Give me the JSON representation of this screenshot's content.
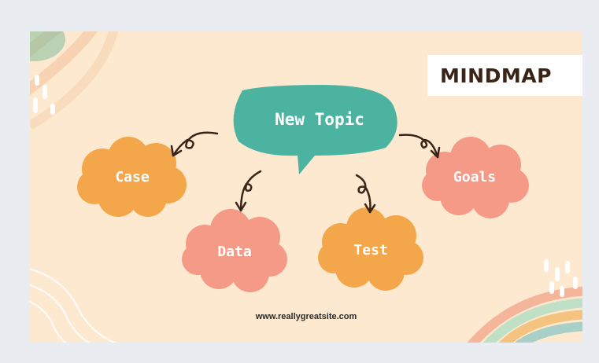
{
  "title": "MINDMAP",
  "central_topic": "New Topic",
  "nodes": {
    "case": "Case",
    "data": "Data",
    "test": "Test",
    "goals": "Goals"
  },
  "footer": "www.reallygreatsite.com",
  "colors": {
    "background": "#fde9cf",
    "central": "#4bb39f",
    "orange": "#f4a64a",
    "salmon": "#f59a86",
    "arrow": "#3a2418",
    "title_text": "#3a2418"
  }
}
